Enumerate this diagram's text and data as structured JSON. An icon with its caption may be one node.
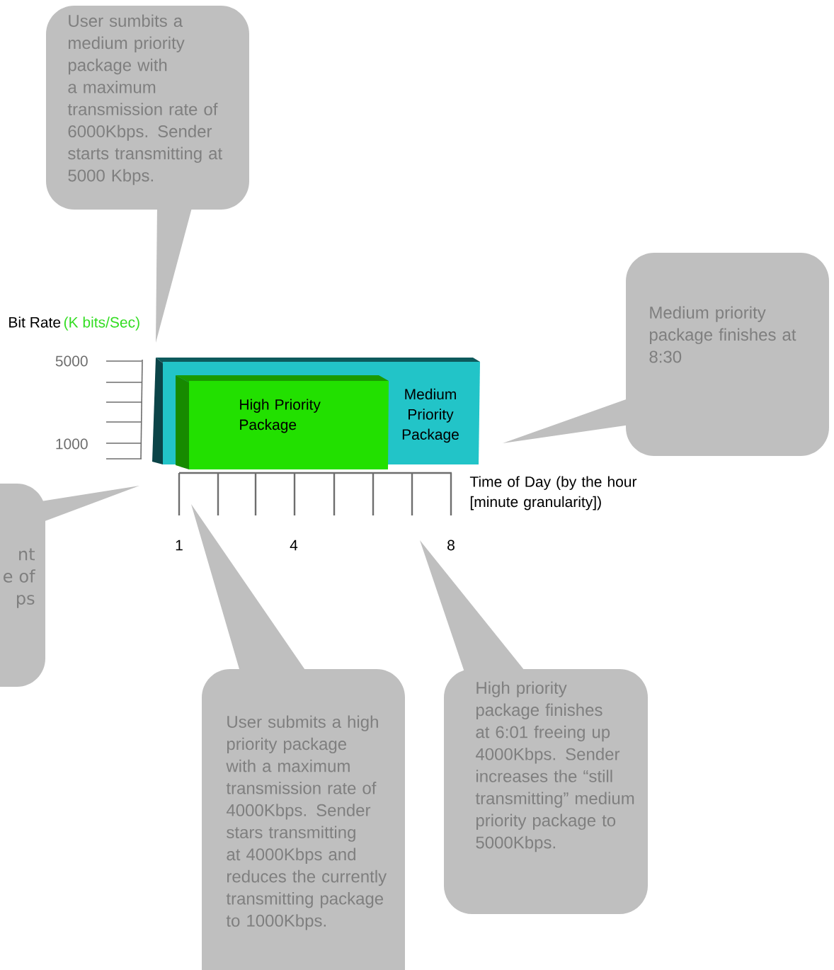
{
  "diagram": {
    "nodes": [
      {
        "text": [
          "User sumbits a medium priority package with a maximum transmission rate of 6000Kbps. Sender starts transmitting at 5000 Kbps."
        ]
      },
      {
        "text": [
          "Medium priority package finishes at 8:30"
        ]
      },
      {
        "text": [
          "Medium Priority Package"
        ]
      },
      {
        "text": [
          "High Priority Package"
        ],
        "in": 2
      },
      {
        "text": [
          "nt e of ps"
        ]
      },
      {
        "text": [
          "User submits a high priority package with a maximum transmission rate of 4000Kbps. Sender stars transmitting at 4000Kbps and reduces the currently transmitting package to 1000Kbps."
        ]
      },
      {
        "text": [
          "High priority package finishes at 6:01 freeing up 4000Kbps. Sender increases the “still transmitting” medium priority package to 5000Kbps."
        ]
      }
    ],
    "labels": [
      "Bit Rate",
      "(K bits/Sec)",
      "5000",
      "1000",
      "Time of Day (by the hour [minute granularity])",
      "1",
      "4",
      "8"
    ]
  }
}
